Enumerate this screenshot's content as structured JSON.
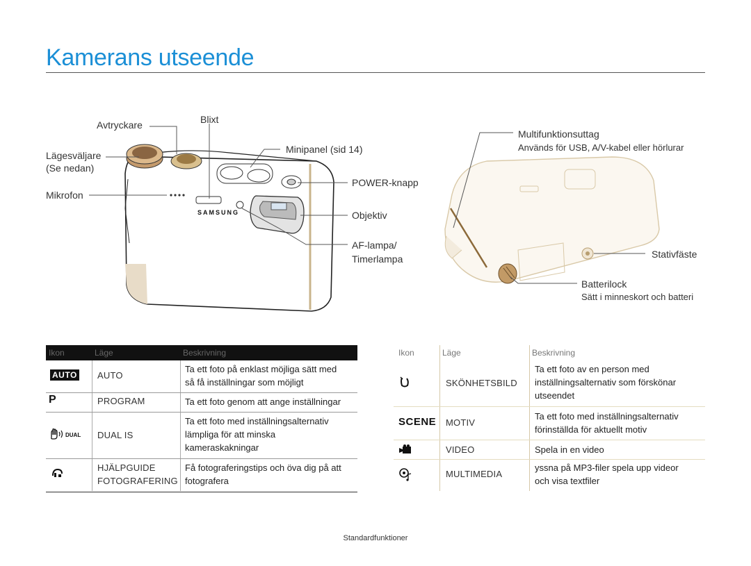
{
  "page": {
    "title": "Kamerans utseende",
    "footer": "Standardfunktioner"
  },
  "callouts": {
    "avtryckare": "Avtryckare",
    "blixt": "Blixt",
    "lagesvaljare": "Lägesväljare",
    "se_nedan": "(Se nedan)",
    "mikrofon": "Mikrofon",
    "minipanel": "Minipanel (sid 14)",
    "power": "POWER-knapp",
    "objektiv": "Objektiv",
    "af_lampa": "AF-lampa/",
    "timerlampa": "Timerlampa",
    "multifunktion": "Multifunktionsuttag",
    "multifunktion_desc": "Används för USB, A/V-kabel eller hörlurar",
    "stativfaste": "Stativfäste",
    "batterilock": "Batterilock",
    "batterilock_desc": "Sätt i minneskort och batteri",
    "brand": "SAMSUNG"
  },
  "left_table": {
    "headers": [
      "Ikon",
      "Läge",
      "Beskrivning"
    ],
    "rows": [
      {
        "icon": "AUTO",
        "icon_name": "auto-mode-icon",
        "mode": "AUTO",
        "desc1": "Ta ett foto på enklast möjliga sätt med",
        "desc2": "så få inställningar som möjligt"
      },
      {
        "icon": "P",
        "icon_name": "program-mode-icon",
        "mode": "PROGRAM",
        "desc1": "Ta ett foto genom att ange inställningar"
      },
      {
        "icon": "DUAL",
        "icon_name": "dual-is-icon",
        "mode": "DUAL IS",
        "desc1": "Ta ett foto med inställningsalternativ",
        "desc2": "lämpliga för att minska",
        "desc3": "kameraskakningar"
      },
      {
        "icon_name": "photo-guide-icon",
        "mode": "HJÄLPGUIDE",
        "mode2": "FOTOGRAFERING",
        "desc1": "Få fotograferingstips och öva dig på att",
        "desc2": "fotografera"
      }
    ]
  },
  "right_table": {
    "headers": [
      "Ikon",
      "Läge",
      "Beskrivning"
    ],
    "rows": [
      {
        "icon_name": "beauty-shot-icon",
        "mode": "SKÖNHETSBILD",
        "desc1": "Ta ett foto av en person med",
        "desc2": "inställningsalternativ som förskönar",
        "desc3": "utseendet"
      },
      {
        "icon": "SCENE",
        "icon_name": "scene-mode-icon",
        "mode": "MOTIV",
        "desc1": "Ta ett foto med inställningsalternativ",
        "desc2": "förinställda för aktuellt motiv"
      },
      {
        "icon_name": "video-mode-icon",
        "mode": "VIDEO",
        "desc1": "Spela in en video"
      },
      {
        "icon_name": "multimedia-icon",
        "mode": "MULTIMEDIA",
        "desc1": "yssna på MP3-filer spela upp videor",
        "desc2": "och visa textfiler"
      }
    ]
  }
}
